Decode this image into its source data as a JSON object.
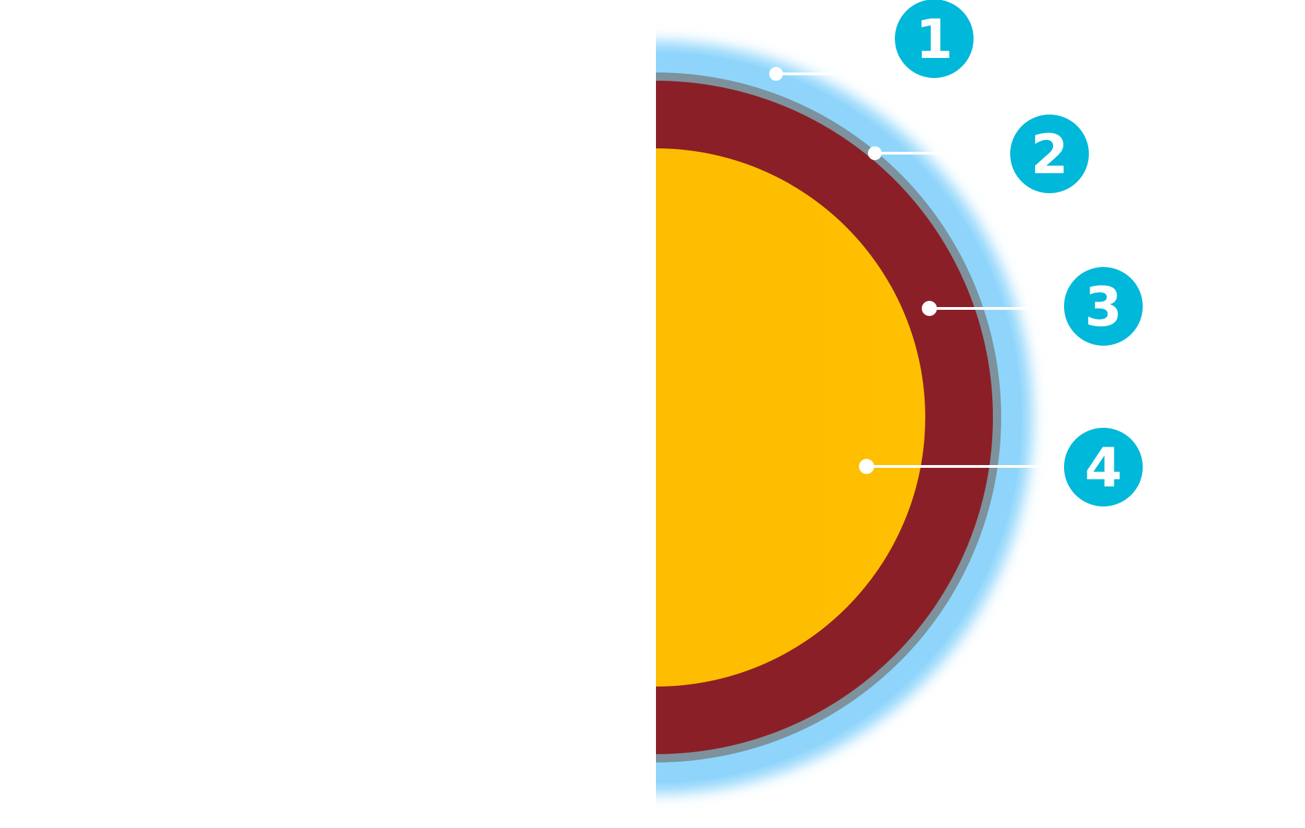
{
  "layers": [
    {
      "name": "outer-glow-layer",
      "color": "#8fd5fb"
    },
    {
      "name": "thin-crust-layer",
      "color": "#7d929c"
    },
    {
      "name": "middle-layer",
      "color": "#8b1f27"
    },
    {
      "name": "core-layer",
      "color": "#fec000"
    }
  ],
  "callouts": [
    {
      "label": "1"
    },
    {
      "label": "2"
    },
    {
      "label": "3"
    },
    {
      "label": "4"
    }
  ],
  "colors": {
    "badge": "#00b8d9",
    "leader": "#ffffff",
    "background": "#ffffff"
  }
}
